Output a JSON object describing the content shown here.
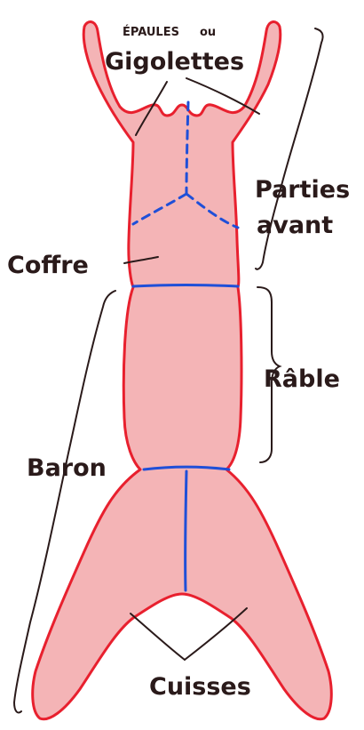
{
  "diagram": {
    "labels": {
      "epaules": "ÉPAULES",
      "ou": "ou",
      "gigolettes": "Gigolettes",
      "parties_1": "Parties",
      "parties_2": "avant",
      "coffre": "Coffre",
      "rable": "Râble",
      "baron": "Baron",
      "cuisses": "Cuisses"
    },
    "colors": {
      "body_fill": "#f4b4b6",
      "outline": "#e8202e",
      "cut_line": "#1f4fd8",
      "ink": "#2a1a1a"
    }
  }
}
